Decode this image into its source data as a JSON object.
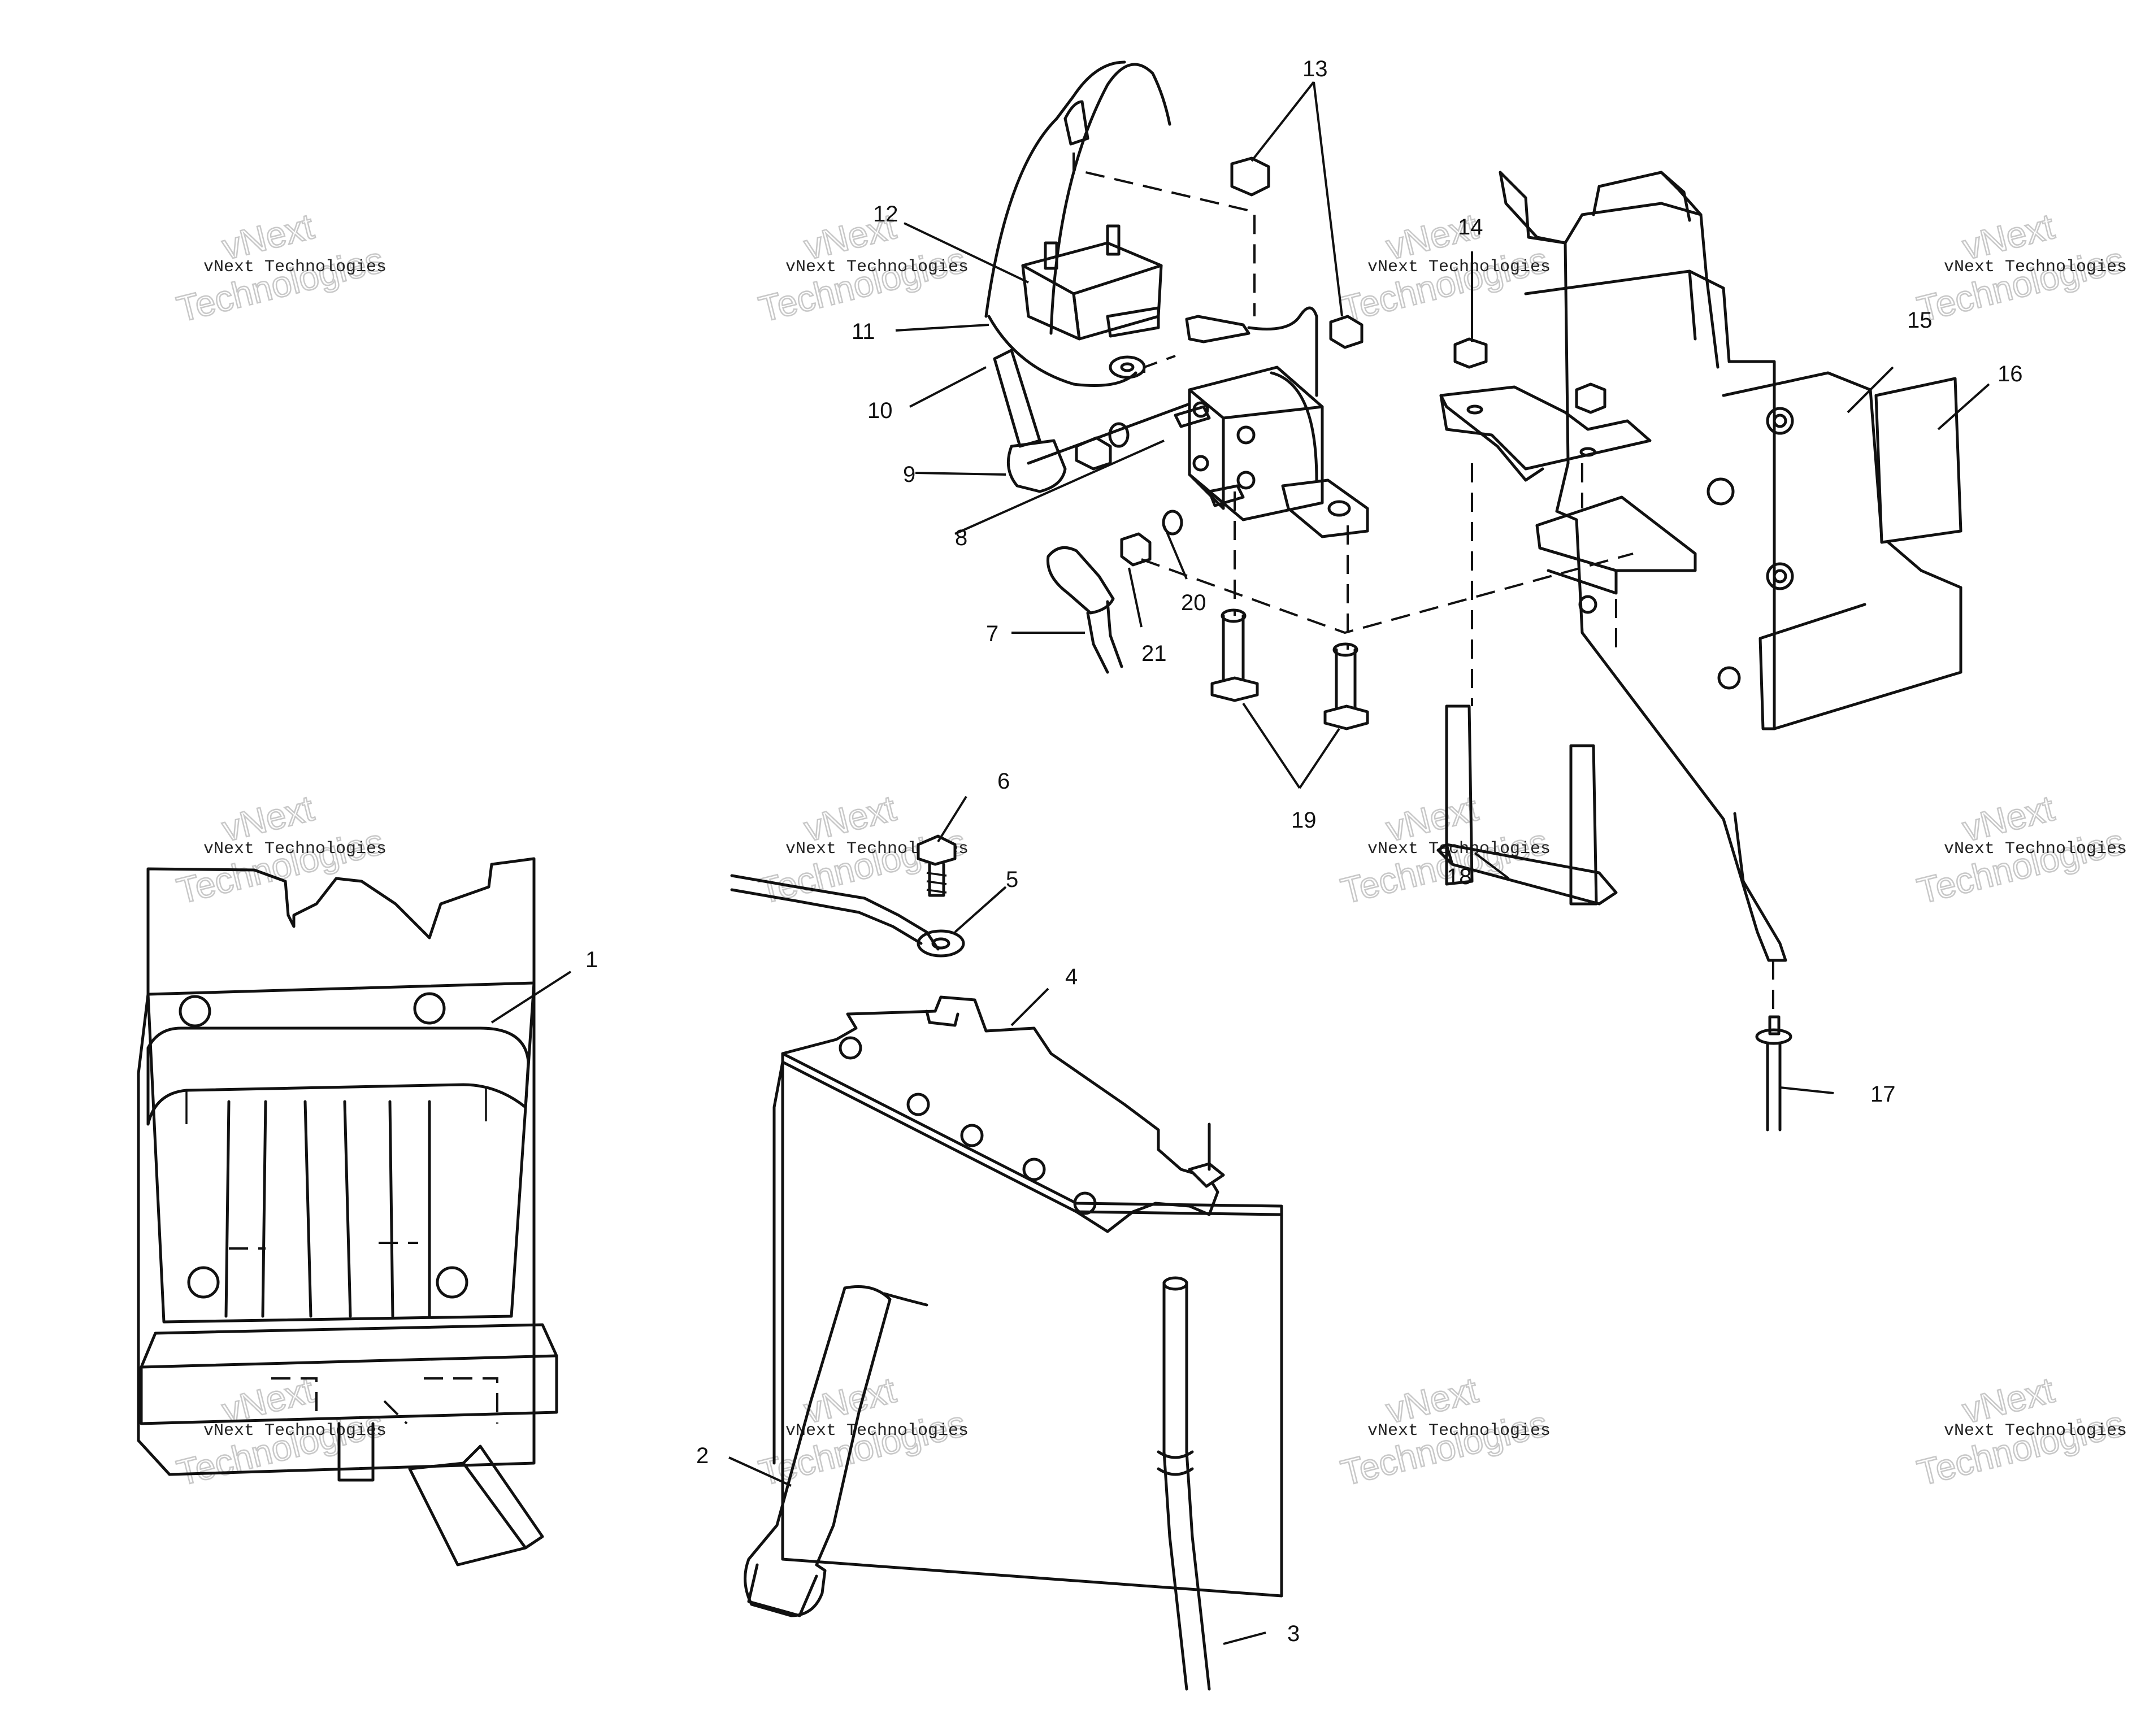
{
  "diagram": {
    "callouts": [
      {
        "id": "1",
        "text": "1"
      },
      {
        "id": "2",
        "text": "2"
      },
      {
        "id": "3",
        "text": "3"
      },
      {
        "id": "4",
        "text": "4"
      },
      {
        "id": "5",
        "text": "5"
      },
      {
        "id": "6",
        "text": "6"
      },
      {
        "id": "7",
        "text": "7"
      },
      {
        "id": "8",
        "text": "8"
      },
      {
        "id": "9",
        "text": "9"
      },
      {
        "id": "10",
        "text": "10"
      },
      {
        "id": "11",
        "text": "11"
      },
      {
        "id": "12",
        "text": "12"
      },
      {
        "id": "13",
        "text": "13"
      },
      {
        "id": "14",
        "text": "14"
      },
      {
        "id": "15",
        "text": "15"
      },
      {
        "id": "16",
        "text": "16"
      },
      {
        "id": "17",
        "text": "17"
      },
      {
        "id": "18",
        "text": "18"
      },
      {
        "id": "19",
        "text": "19"
      },
      {
        "id": "20",
        "text": "20"
      },
      {
        "id": "21",
        "text": "21"
      }
    ],
    "watermark": {
      "line1": "vNext Technologies",
      "line2": "vNext",
      "line3": "Technologies"
    }
  }
}
